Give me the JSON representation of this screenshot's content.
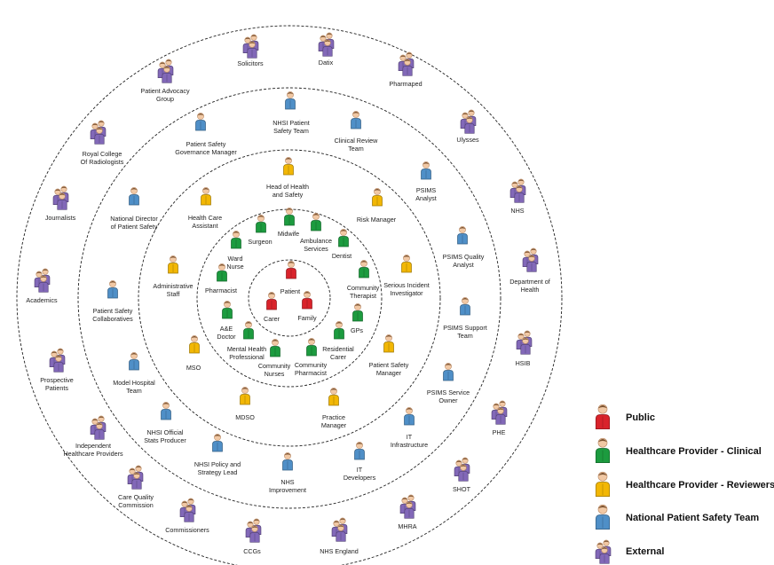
{
  "colors": {
    "public": "#d9232b",
    "clinical": "#1c9b3f",
    "reviewers": "#f2b705",
    "national": "#4f8fc7",
    "external": "#8268b8",
    "ring": "#222222"
  },
  "legend": [
    {
      "label": "Public",
      "group": "public",
      "icon": "single-person-icon"
    },
    {
      "label": "Healthcare Provider - Clinical",
      "group": "clinical",
      "icon": "single-person-icon"
    },
    {
      "label": "Healthcare Provider - Reviewers",
      "group": "reviewers",
      "icon": "single-person-icon"
    },
    {
      "label": "National Patient Safety Team",
      "group": "national",
      "icon": "single-person-icon"
    },
    {
      "label": "External",
      "group": "external",
      "icon": "person-group-icon"
    }
  ],
  "stakeholders": {
    "public": [
      {
        "key": "patient",
        "lines": [
          "Patient"
        ]
      },
      {
        "key": "carer",
        "lines": [
          "Carer"
        ]
      },
      {
        "key": "family",
        "lines": [
          "Family"
        ]
      }
    ],
    "clinical": [
      {
        "key": "surgeon",
        "lines": [
          "Surgeon"
        ]
      },
      {
        "key": "midwife",
        "lines": [
          "Midwife"
        ]
      },
      {
        "key": "ambulance",
        "lines": [
          "Ambulance",
          "Services"
        ]
      },
      {
        "key": "dentist",
        "lines": [
          "Dentist"
        ]
      },
      {
        "key": "community-therapist",
        "lines": [
          "Community",
          "Therapist"
        ]
      },
      {
        "key": "gps",
        "lines": [
          "GPs"
        ]
      },
      {
        "key": "residential-carer",
        "lines": [
          "Residential",
          "Carer"
        ]
      },
      {
        "key": "community-pharmacist",
        "lines": [
          "Community",
          "Pharmacist"
        ]
      },
      {
        "key": "community-nurses",
        "lines": [
          "Community",
          "Nurses"
        ]
      },
      {
        "key": "mental-health",
        "lines": [
          "Mental Health",
          "Professional"
        ]
      },
      {
        "key": "ae-doctor",
        "lines": [
          "A&E",
          "Doctor"
        ]
      },
      {
        "key": "pharmacist",
        "lines": [
          "Pharmacist"
        ]
      },
      {
        "key": "ward-nurse",
        "lines": [
          "Ward",
          "Nurse"
        ]
      }
    ],
    "reviewers": [
      {
        "key": "head-health-safety",
        "lines": [
          "Head of Health",
          "and Safety"
        ]
      },
      {
        "key": "risk-manager",
        "lines": [
          "Risk Manager"
        ]
      },
      {
        "key": "serious-incident",
        "lines": [
          "Serious Incident",
          "Investigator"
        ]
      },
      {
        "key": "patient-safety-manager",
        "lines": [
          "Patient Safety",
          "Manager"
        ]
      },
      {
        "key": "practice-manager",
        "lines": [
          "Practice",
          "Manager"
        ]
      },
      {
        "key": "mdso",
        "lines": [
          "MDSO"
        ]
      },
      {
        "key": "mso",
        "lines": [
          "MSO"
        ]
      },
      {
        "key": "admin-staff",
        "lines": [
          "Administrative",
          "Staff"
        ]
      },
      {
        "key": "health-care-assistant",
        "lines": [
          "Health Care",
          "Assistant"
        ]
      }
    ],
    "national": [
      {
        "key": "nhsi-ps-team",
        "lines": [
          "NHSI Patient",
          "Safety Team"
        ]
      },
      {
        "key": "clinical-review",
        "lines": [
          "Clinical Review",
          "Team"
        ]
      },
      {
        "key": "psims-analyst",
        "lines": [
          "PSIMS",
          "Analyst"
        ]
      },
      {
        "key": "psims-quality",
        "lines": [
          "PSIMS Quality",
          "Analyst"
        ]
      },
      {
        "key": "psims-support",
        "lines": [
          "PSIMS Support",
          "Team"
        ]
      },
      {
        "key": "psims-service",
        "lines": [
          "PSIMS Service",
          "Owner"
        ]
      },
      {
        "key": "it-infrastructure",
        "lines": [
          "IT",
          "Infrastructure"
        ]
      },
      {
        "key": "it-developers",
        "lines": [
          "IT",
          "Developers"
        ]
      },
      {
        "key": "nhs-improvement",
        "lines": [
          "NHS",
          "Improvement"
        ]
      },
      {
        "key": "nhsi-policy",
        "lines": [
          "NHSI Policy and",
          "Strategy Lead"
        ]
      },
      {
        "key": "nhsi-stats",
        "lines": [
          "NHSI Official",
          "Stats Producer"
        ]
      },
      {
        "key": "model-hospital",
        "lines": [
          "Model Hospital",
          "Team"
        ]
      },
      {
        "key": "ps-collaboratives",
        "lines": [
          "Patient Safety",
          "Collaboratives"
        ]
      },
      {
        "key": "national-director",
        "lines": [
          "National Director",
          "of Patient Safety"
        ]
      },
      {
        "key": "ps-governance",
        "lines": [
          "Patient Safety",
          "Governance Manager"
        ]
      }
    ],
    "external": [
      {
        "key": "solicitors",
        "lines": [
          "Solicitors"
        ]
      },
      {
        "key": "datix",
        "lines": [
          "Datix"
        ]
      },
      {
        "key": "pharmaped",
        "lines": [
          "Pharmaped"
        ]
      },
      {
        "key": "ulysses",
        "lines": [
          "Ulysses"
        ]
      },
      {
        "key": "nhs",
        "lines": [
          "NHS"
        ]
      },
      {
        "key": "dept-health",
        "lines": [
          "Department of",
          "Health"
        ]
      },
      {
        "key": "hsib",
        "lines": [
          "HSIB"
        ]
      },
      {
        "key": "phe",
        "lines": [
          "PHE"
        ]
      },
      {
        "key": "shot",
        "lines": [
          "SHOT"
        ]
      },
      {
        "key": "mhra",
        "lines": [
          "MHRA"
        ]
      },
      {
        "key": "nhs-england",
        "lines": [
          "NHS England"
        ]
      },
      {
        "key": "ccgs",
        "lines": [
          "CCGs"
        ]
      },
      {
        "key": "commissioners",
        "lines": [
          "Commissioners"
        ]
      },
      {
        "key": "cqc",
        "lines": [
          "Care Quality",
          "Commission"
        ]
      },
      {
        "key": "independent-providers",
        "lines": [
          "Independent",
          "Healthcare Providers"
        ]
      },
      {
        "key": "prospective-patients",
        "lines": [
          "Prospective",
          "Patients"
        ]
      },
      {
        "key": "academics",
        "lines": [
          "Academics"
        ]
      },
      {
        "key": "journalists",
        "lines": [
          "Journalists"
        ]
      },
      {
        "key": "royal-college",
        "lines": [
          "Royal College",
          "Of Radiologists"
        ]
      },
      {
        "key": "patient-advocacy",
        "lines": [
          "Patient Advocacy",
          "Group"
        ]
      }
    ]
  }
}
